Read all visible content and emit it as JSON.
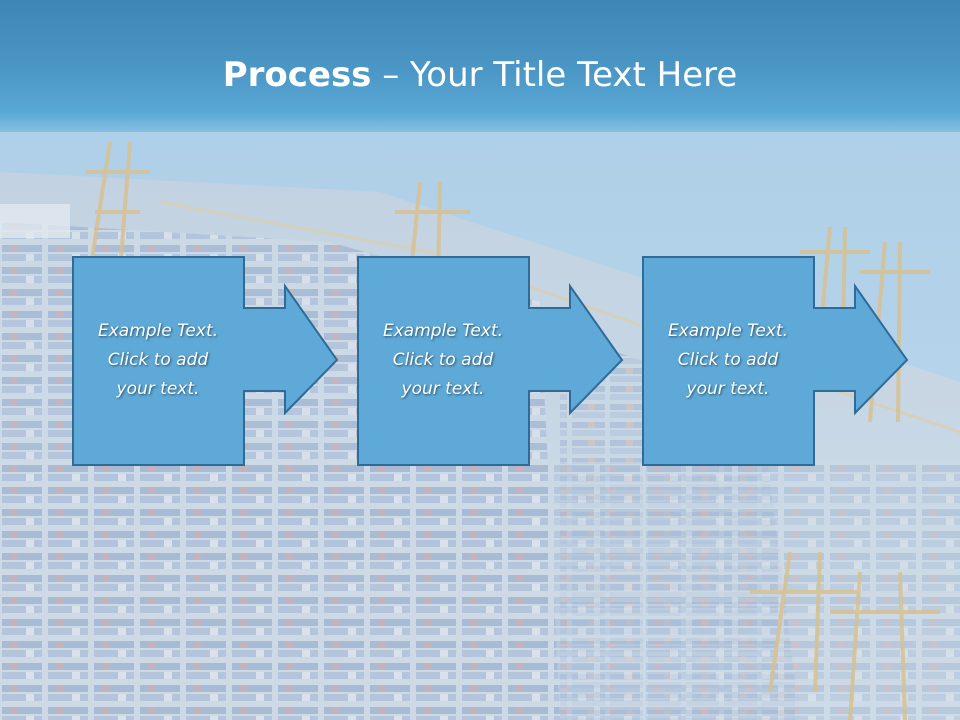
{
  "slide": {
    "title_bold": "Process",
    "title_rest": " – Your Title Text Here",
    "colors": {
      "title_band": "#4b97c6",
      "step_fill": "#5ea9d7",
      "step_outline": "#2f6b96",
      "text": "#ffffff"
    },
    "background_icon": "port-container-terminal-image"
  },
  "steps": [
    {
      "line1": "Example Text.",
      "line2": "Click  to add",
      "line3": "your text."
    },
    {
      "line1": "Example Text.",
      "line2": "Click  to add",
      "line3": "your text."
    },
    {
      "line1": "Example Text.",
      "line2": "Click  to add",
      "line3": "your text."
    }
  ]
}
